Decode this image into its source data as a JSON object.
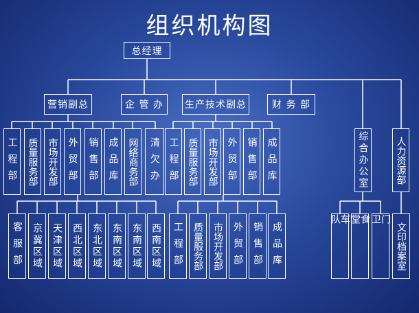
{
  "title": "组织机构图",
  "root": "总经理",
  "level1": [
    "营销副总",
    "企 管 办",
    "生产技术副总",
    "财 务 部"
  ],
  "sales_depts": [
    "工程部",
    "质量服务部",
    "市场开发部",
    "外贸部",
    "销售部",
    "成品库",
    "网络商务部",
    "清欠办"
  ],
  "production_depts": [
    "工程部",
    "质量服务部",
    "市场开发部",
    "外贸部",
    "销售部",
    "成品库"
  ],
  "admin_depts": [
    "综合办公室",
    "人力资源部"
  ],
  "sales_regions": [
    "客服部",
    "京冀区域",
    "天津区域",
    "西北区域",
    "东北区域",
    "东南区域",
    "东南区域",
    "西南区域"
  ],
  "production_subdepts": [
    "工程部",
    "质量服务部",
    "市场开发部",
    "外贸部",
    "销售部",
    "成品库"
  ],
  "office_subdepts": [
    "车队",
    "食堂",
    "门卫"
  ],
  "hr_subdepts": [
    "文印档案室"
  ]
}
